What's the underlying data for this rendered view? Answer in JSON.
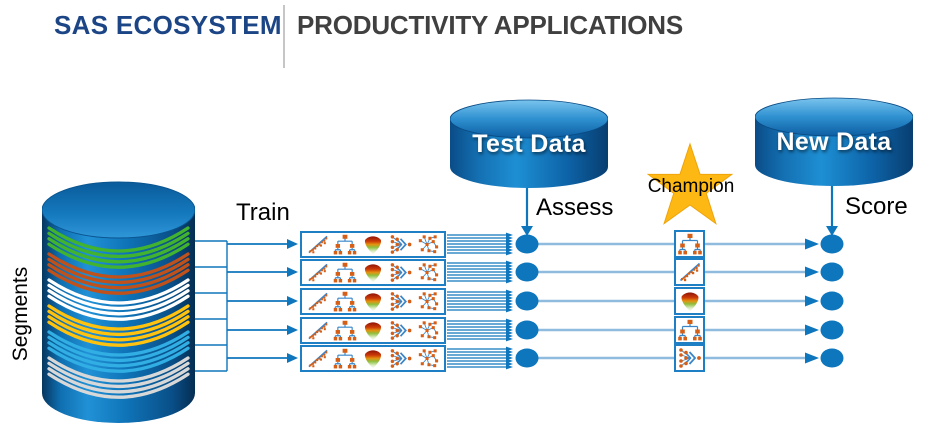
{
  "header": {
    "brand": "SAS ECOSYSTEM",
    "title": "PRODUCTIVITY APPLICATIONS",
    "brand_color": "#1C4586",
    "title_color": "#404040"
  },
  "diagram": {
    "segments_label": "Segments",
    "train_label": "Train",
    "assess_label": "Assess",
    "score_label": "Score",
    "champion_label": "Champion",
    "test_data_label": "Test Data",
    "new_data_label": "New Data",
    "segment_colors": [
      "#42B32E",
      "#C0511A",
      "#FFFFFF",
      "#FFC20E",
      "#31AEE3",
      "#D8D8D8"
    ],
    "colors": {
      "accent_blue": "#0E76BC",
      "light_line_blue": "#8FBCDE",
      "box_border_blue": "#1E7FC4",
      "star_gold": "#FDB813",
      "icon_node_orange": "#D65F17",
      "icon_link_blue": "#3A85C8"
    },
    "model_box_icons": [
      "regression-icon",
      "decision-tree-icon",
      "surface-3d-icon",
      "neural-network-icon",
      "cluster-icon"
    ],
    "rows": [
      {
        "champion_icon": "decision-tree-icon"
      },
      {
        "champion_icon": "regression-icon"
      },
      {
        "champion_icon": "surface-3d-icon"
      },
      {
        "champion_icon": "decision-tree-icon"
      },
      {
        "champion_icon": "neural-network-icon"
      }
    ]
  }
}
